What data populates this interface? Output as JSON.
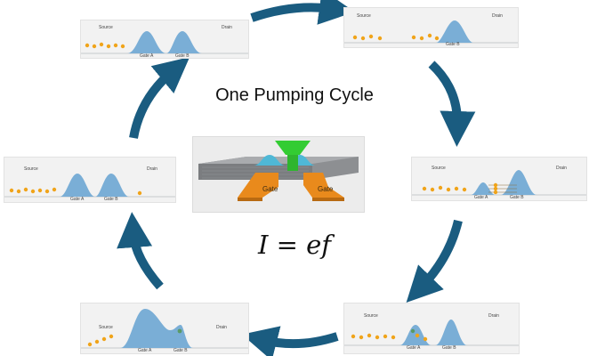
{
  "title": "One Pumping Cycle",
  "equation": "I = ef",
  "device": {
    "gate_left_label": "Gate",
    "gate_right_label": "Gate"
  },
  "colors": {
    "arrow": "#1a5c80",
    "electron": "#f0a41a",
    "barrier": "#7aaed6",
    "gate": "#e98a1c",
    "green": "#33cc33"
  },
  "panels": {
    "top_left": {
      "source": "Source",
      "drain": "Drain",
      "gate_a": "Gate A",
      "gate_b": "Gate B"
    },
    "top_right": {
      "source": "Source",
      "drain": "Drain",
      "gate_b": "Gate B"
    },
    "right": {
      "source": "Source",
      "drain": "Drain",
      "gate_a": "Gate A",
      "gate_b": "Gate B"
    },
    "bottom_right": {
      "source": "Source",
      "drain": "Drain",
      "gate_a": "Gate A",
      "gate_b": "Gate B"
    },
    "bottom_left": {
      "source": "Source",
      "drain": "Drain",
      "gate_a": "Gate A",
      "gate_b": "Gate B"
    },
    "left": {
      "source": "Source",
      "drain": "Drain",
      "gate_a": "Gate A",
      "gate_b": "Gate B"
    }
  }
}
